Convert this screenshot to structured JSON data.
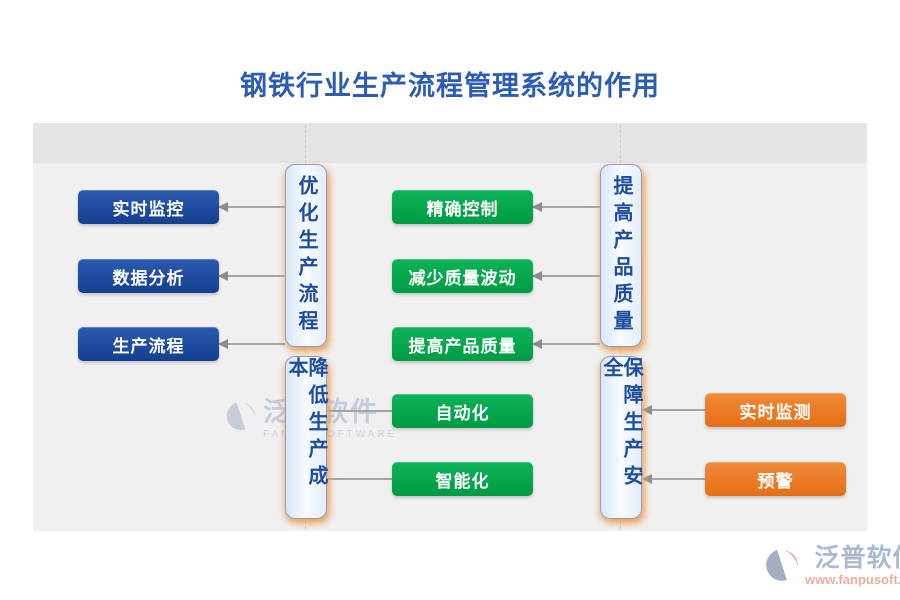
{
  "title": "钢铁行业生产流程管理系统的作用",
  "groups": [
    {
      "pill": "优化生产流程",
      "link": "arrow-to-item",
      "item_color": "#1a4ba1",
      "items": [
        "实时监控",
        "数据分析",
        "生产流程"
      ]
    },
    {
      "pill": "提高产品质量",
      "link": "arrow-to-item",
      "item_color": "#00a94e",
      "items": [
        "精确控制",
        "减少质量波动",
        "提高产品质量"
      ]
    },
    {
      "pill": "降低生产成本",
      "link": "plain-line",
      "item_color": "#00a94e",
      "items": [
        "自动化",
        "智能化"
      ]
    },
    {
      "pill": "保障生产安全",
      "link": "arrow-to-pill",
      "item_color": "#ed7c2b",
      "items": [
        "实时监测",
        "预警"
      ]
    }
  ],
  "colors": {
    "title_text": "#2d5cb5",
    "blue_box": "#1a4ba1",
    "green_box": "#00a94e",
    "orange_box": "#ed7c2b",
    "pill_text": "#1e4da0",
    "pill_border": "#84a0cc",
    "pill_glow": "#f09b4b",
    "connector": "#a5a5a5",
    "panel_band": "#e5e4e5",
    "panel_bg": "#f1f0f1"
  },
  "watermark": {
    "brand": "泛普软件",
    "subtext": "FANPU SOFTWARE"
  },
  "footer": {
    "brand": "泛普软件",
    "url": "www.fanpusoft.com"
  }
}
